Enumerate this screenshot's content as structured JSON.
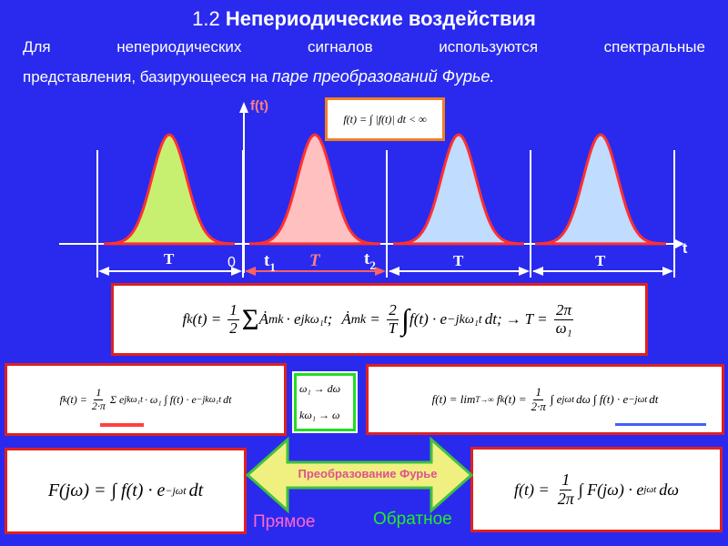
{
  "title": {
    "number": "1.2",
    "text": "Непериодические воздействия"
  },
  "intro": {
    "line1_words": [
      "Для",
      "непериодических",
      "сигналов",
      "используются",
      "спектральные"
    ],
    "line2_prefix": "представления, базирующееся на",
    "line2_emphasis": "паре преобразований Фурье."
  },
  "plot": {
    "y_axis_label": "f(t)",
    "x_axis_label": "t",
    "origin_label": "0",
    "t1_label": "t",
    "t1_sub": "1",
    "t2_label": "t",
    "t2_sub": "2",
    "period_label": "T",
    "pulse_colors": [
      "#c8f070",
      "#ffc0c0",
      "#c0dcff",
      "#c0dcff"
    ],
    "pulse_outline": "#ff3030",
    "axis_color": "#ffffff",
    "arrow_color": "#ff6060"
  },
  "formulas": {
    "top_condition": "f(t) = ∫ |f(t)| dt < ∞",
    "series": {
      "lhs": "f",
      "lhs_sub": "k",
      "lhs_arg": "(t) =",
      "half_num": "1",
      "half_den": "2",
      "sum": "Σ",
      "term": "Ȧ",
      "term_sub": "mk",
      "exp": "· e",
      "exp_sup": "jkω₁t",
      "sep": ";",
      "rhs_coef": "Ȧ",
      "rhs_coef_sub": "mk",
      "eq": "=",
      "two_num": "2",
      "T_den": "T",
      "integral": "∫",
      "integrand": "f(t) · e",
      "integrand_sup": "−jkω₁t",
      "dt": "dt;",
      "arrow": "→",
      "T": "T",
      "twopi_num": "2π",
      "omega_den": "ω₁"
    },
    "left_mid": {
      "lhs": "f",
      "lhs_sub": "k",
      "lhs_arg": "(t) =",
      "coef_num": "1",
      "coef_den": "2·π",
      "body": "Σ e",
      "body_sup": "jkω₁t",
      "body2": "· ω₁ ∫ f(t) · e",
      "body2_sup": "−jkω₁t",
      "dt": "dt"
    },
    "limits": {
      "line1": "ω₁ → dω",
      "line2": "kω₁ → ω"
    },
    "right_mid": {
      "lhs": "f(t) = lim",
      "lim_sub": "T→∞",
      "body": "f",
      "body_sub": "k",
      "body_arg": "(t) =",
      "coef_num": "1",
      "coef_den": "2·π",
      "body2": "∫ e",
      "body2_sup": "jωt",
      "body3": "dω ∫ f(t) · e",
      "body3_sup": "−jωt",
      "dt": "dt"
    },
    "forward": {
      "lhs": "F(jω) =",
      "body": "∫ f(t) · e",
      "sup": "−jωt",
      "dt": "dt"
    },
    "inverse": {
      "lhs": "f(t) =",
      "coef_num": "1",
      "coef_den": "2π",
      "body": "∫ F(jω) · e",
      "sup": "jωt",
      "dt": "dω"
    }
  },
  "transform_label": "Преобразование Фурье",
  "direct_label": "Прямое",
  "inverse_label": "Обратное"
}
